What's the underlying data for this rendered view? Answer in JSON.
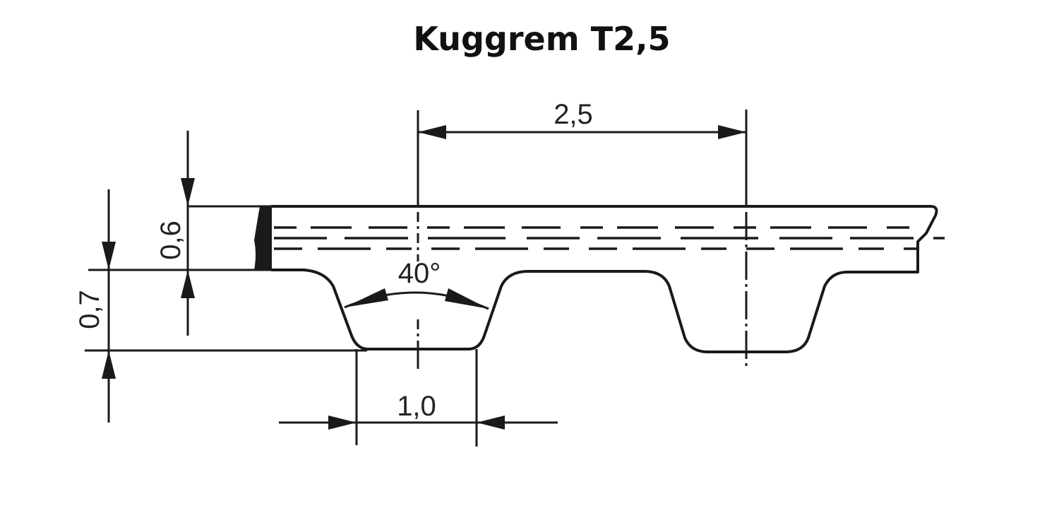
{
  "title": "Kuggrem T2,5",
  "colors": {
    "background": "#ffffff",
    "line": "#1a1a1a",
    "text": "#111111"
  },
  "diagram": {
    "type": "timing-belt-profile",
    "dimensions": {
      "pitch": {
        "label": "2,5",
        "value": 2.5
      },
      "belt_thickness": {
        "label": "0,6",
        "value": 0.6
      },
      "tooth_height": {
        "label": "0,7",
        "value": 0.7
      },
      "tooth_base_width": {
        "label": "1,0",
        "value": 1.0
      },
      "flank_angle": {
        "label": "40°",
        "value": 40
      }
    }
  }
}
